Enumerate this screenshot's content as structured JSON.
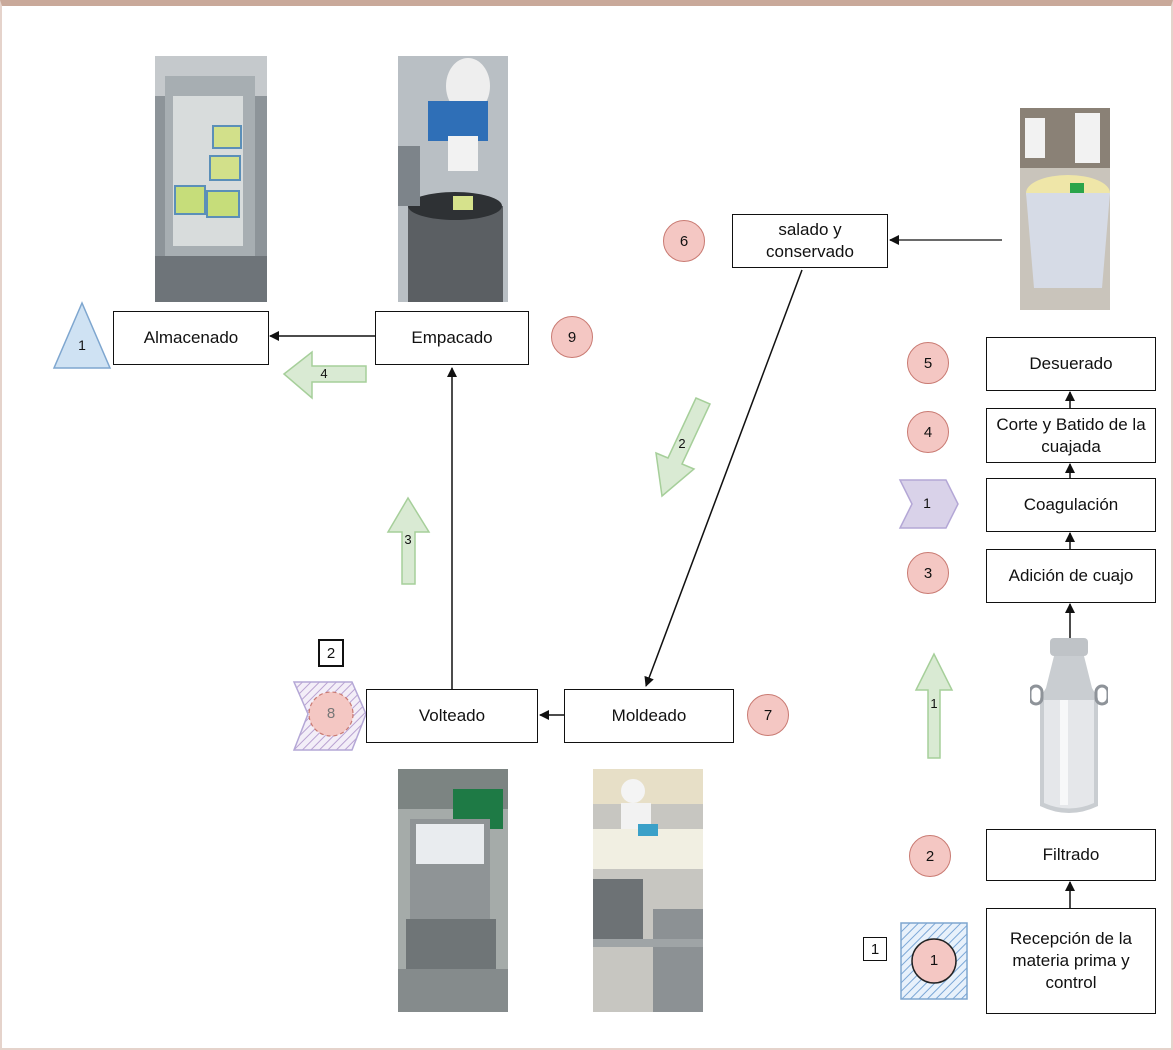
{
  "steps": {
    "almacenado": "Almacenado",
    "empacado": "Empacado",
    "salado": "salado y\nconservado",
    "desuerado": "Desuerado",
    "corte": "Corte y Batido de la\ncuajada",
    "coagulacion": "Coagulación",
    "adicion": "Adición de cuajo",
    "filtrado": "Filtrado",
    "recepcion": "Recepción de la\nmateria prima y\ncontrol",
    "volteado": "Volteado",
    "moldeado": "Moldeado"
  },
  "operations": {
    "op6": "6",
    "op9": "9",
    "op5": "5",
    "op4": "4",
    "op3": "3",
    "op2": "2",
    "op1": "1",
    "op7": "7",
    "op8": "8"
  },
  "storage": {
    "label": "1"
  },
  "delays": {
    "coagulacion": "1",
    "volteado": "2"
  },
  "inspections": {
    "recepcion": "1",
    "volteado": "2"
  },
  "transports": {
    "t1": "1",
    "t2": "2",
    "t3": "3",
    "t4": "4"
  },
  "colors": {
    "operation_fill": "#f4c7c3",
    "storage_fill": "#cfe2f3",
    "delay_fill": "#d9d2e9",
    "transport_fill": "#d9ead3",
    "line": "#111111"
  },
  "photos": [
    "storage-shelf-photo",
    "packing-worker-photo",
    "salting-vat-photo",
    "milk-can-photo",
    "turning-molds-photo",
    "molding-table-photo"
  ]
}
